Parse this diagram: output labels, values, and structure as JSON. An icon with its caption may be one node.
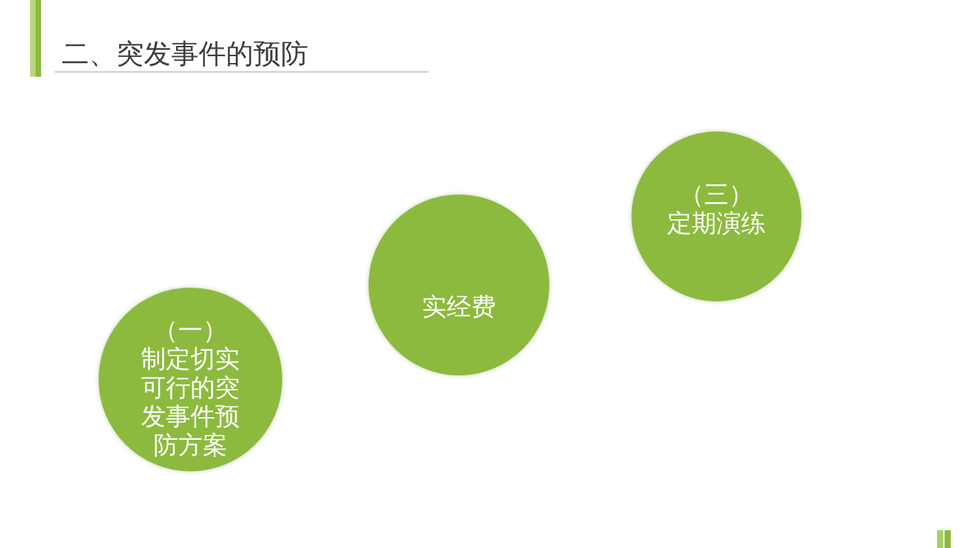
{
  "diagram": {
    "title": "二、突发事件的预防",
    "nodes": [
      {
        "text": [
          "（一）",
          "制定切实可行的突发事件预防方案"
        ]
      },
      {
        "text": [
          "实经费"
        ]
      },
      {
        "text": [
          "（三）",
          "定期演练"
        ]
      }
    ]
  }
}
